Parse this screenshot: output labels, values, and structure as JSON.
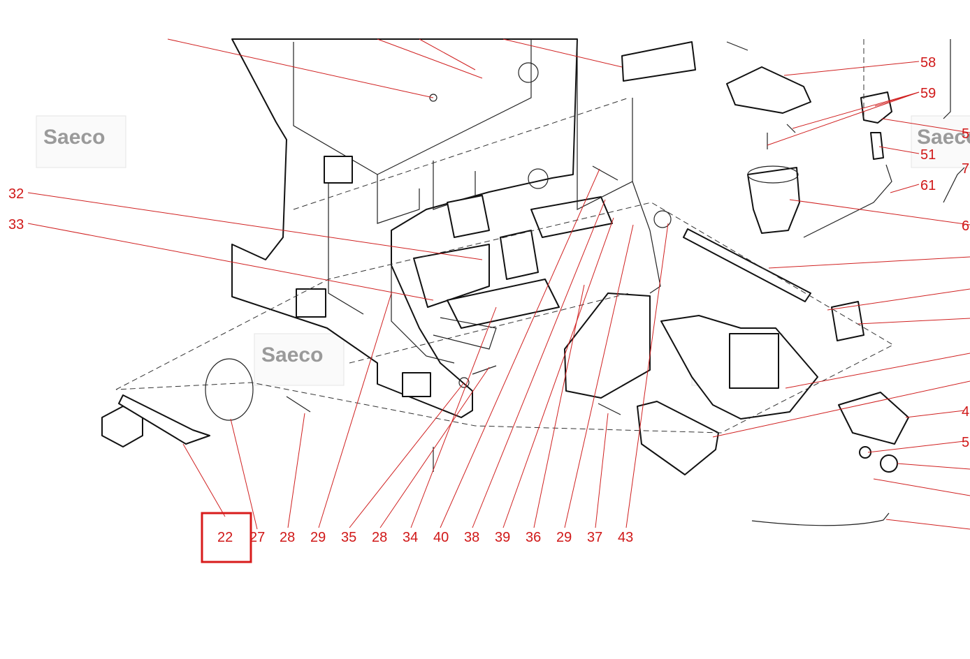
{
  "watermark_text": "Saeco",
  "callouts": {
    "c58": "58",
    "c59": "59",
    "c5a": "5",
    "c51": "51",
    "c7": "7",
    "c61": "61",
    "c6": "6",
    "c32": "32",
    "c33": "33",
    "c4": "4",
    "c5b": "5",
    "b22": "22",
    "b27": "27",
    "b28a": "28",
    "b29a": "29",
    "b35": "35",
    "b28b": "28",
    "b34": "34",
    "b40": "40",
    "b38": "38",
    "b39": "39",
    "b36": "36",
    "b29b": "29",
    "b37": "37",
    "b43": "43"
  },
  "highlight": {
    "label": "22",
    "color": "#d81b1b"
  },
  "colors": {
    "callout": "#d01818",
    "line": "#111111",
    "watermark": "#9a9a9a"
  }
}
